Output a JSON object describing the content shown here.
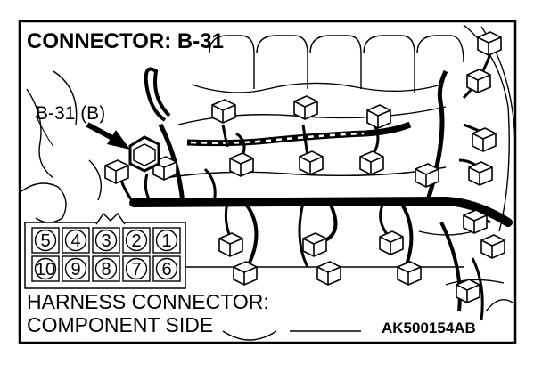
{
  "title": "CONNECTOR: B-31",
  "connector_label": "B-31 (B)",
  "caption_line1": "HARNESS CONNECTOR:",
  "caption_line2": "COMPONENT SIDE",
  "figure_code": "AK500154AB",
  "pins_top": [
    "5",
    "4",
    "3",
    "2",
    "1"
  ],
  "pins_bottom": [
    "10",
    "9",
    "8",
    "7",
    "6"
  ]
}
